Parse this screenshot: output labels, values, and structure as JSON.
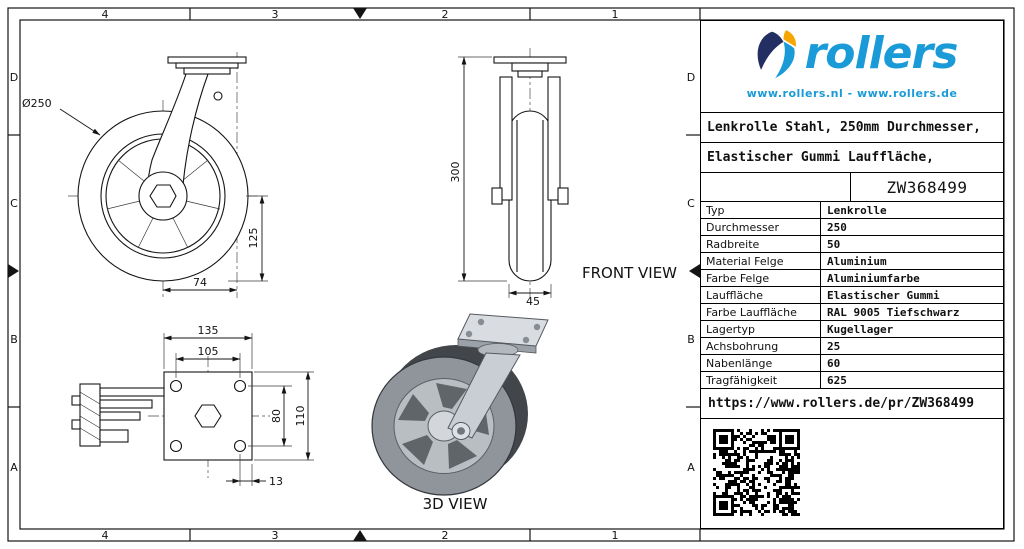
{
  "sheet": {
    "frame": {
      "columns": [
        "4",
        "3",
        "2",
        "1"
      ],
      "rows": [
        "D",
        "C",
        "B",
        "A"
      ]
    }
  },
  "views": {
    "side": {
      "dim_diameter": "Ø250",
      "dim_radius": "125",
      "dim_offset": "74"
    },
    "front": {
      "dim_height": "300",
      "dim_width": "45",
      "label": "FRONT VIEW"
    },
    "plate": {
      "dim_plate_width": "135",
      "dim_bolt_spacing_x": "105",
      "dim_bolt_spacing_y": "80",
      "dim_plate_height": "110",
      "dim_edge_offset": "13"
    },
    "iso": {
      "label": "3D VIEW"
    }
  },
  "panel": {
    "logo": {
      "brand": "rollers",
      "websites": "www.rollers.nl  -  www.rollers.de"
    },
    "title_line1": "Lenkrolle Stahl, 250mm Durchmesser,",
    "title_line2": "Elastischer Gummi Lauffläche,",
    "part_number": "ZW368499",
    "specs": [
      {
        "label": "Typ",
        "value": "Lenkrolle"
      },
      {
        "label": "Durchmesser",
        "value": "250"
      },
      {
        "label": "Radbreite",
        "value": "50"
      },
      {
        "label": "Material Felge",
        "value": "Aluminium"
      },
      {
        "label": "Farbe Felge",
        "value": "Aluminiumfarbe"
      },
      {
        "label": "Lauffläche",
        "value": "Elastischer Gummi"
      },
      {
        "label": "Farbe Lauffläche",
        "value": "RAL 9005 Tiefschwarz"
      },
      {
        "label": "Lagertyp",
        "value": "Kugellager"
      },
      {
        "label": "Achsbohrung",
        "value": "25"
      },
      {
        "label": "Nabenlänge",
        "value": "60"
      },
      {
        "label": "Tragfähigkeit",
        "value": "625"
      }
    ],
    "url": "https://www.rollers.de/pr/ZW368499"
  },
  "colors": {
    "brand_blue": "#1a9bd7",
    "brand_navy": "#232e63",
    "brand_yellow": "#f5a600",
    "line": "#141414"
  }
}
